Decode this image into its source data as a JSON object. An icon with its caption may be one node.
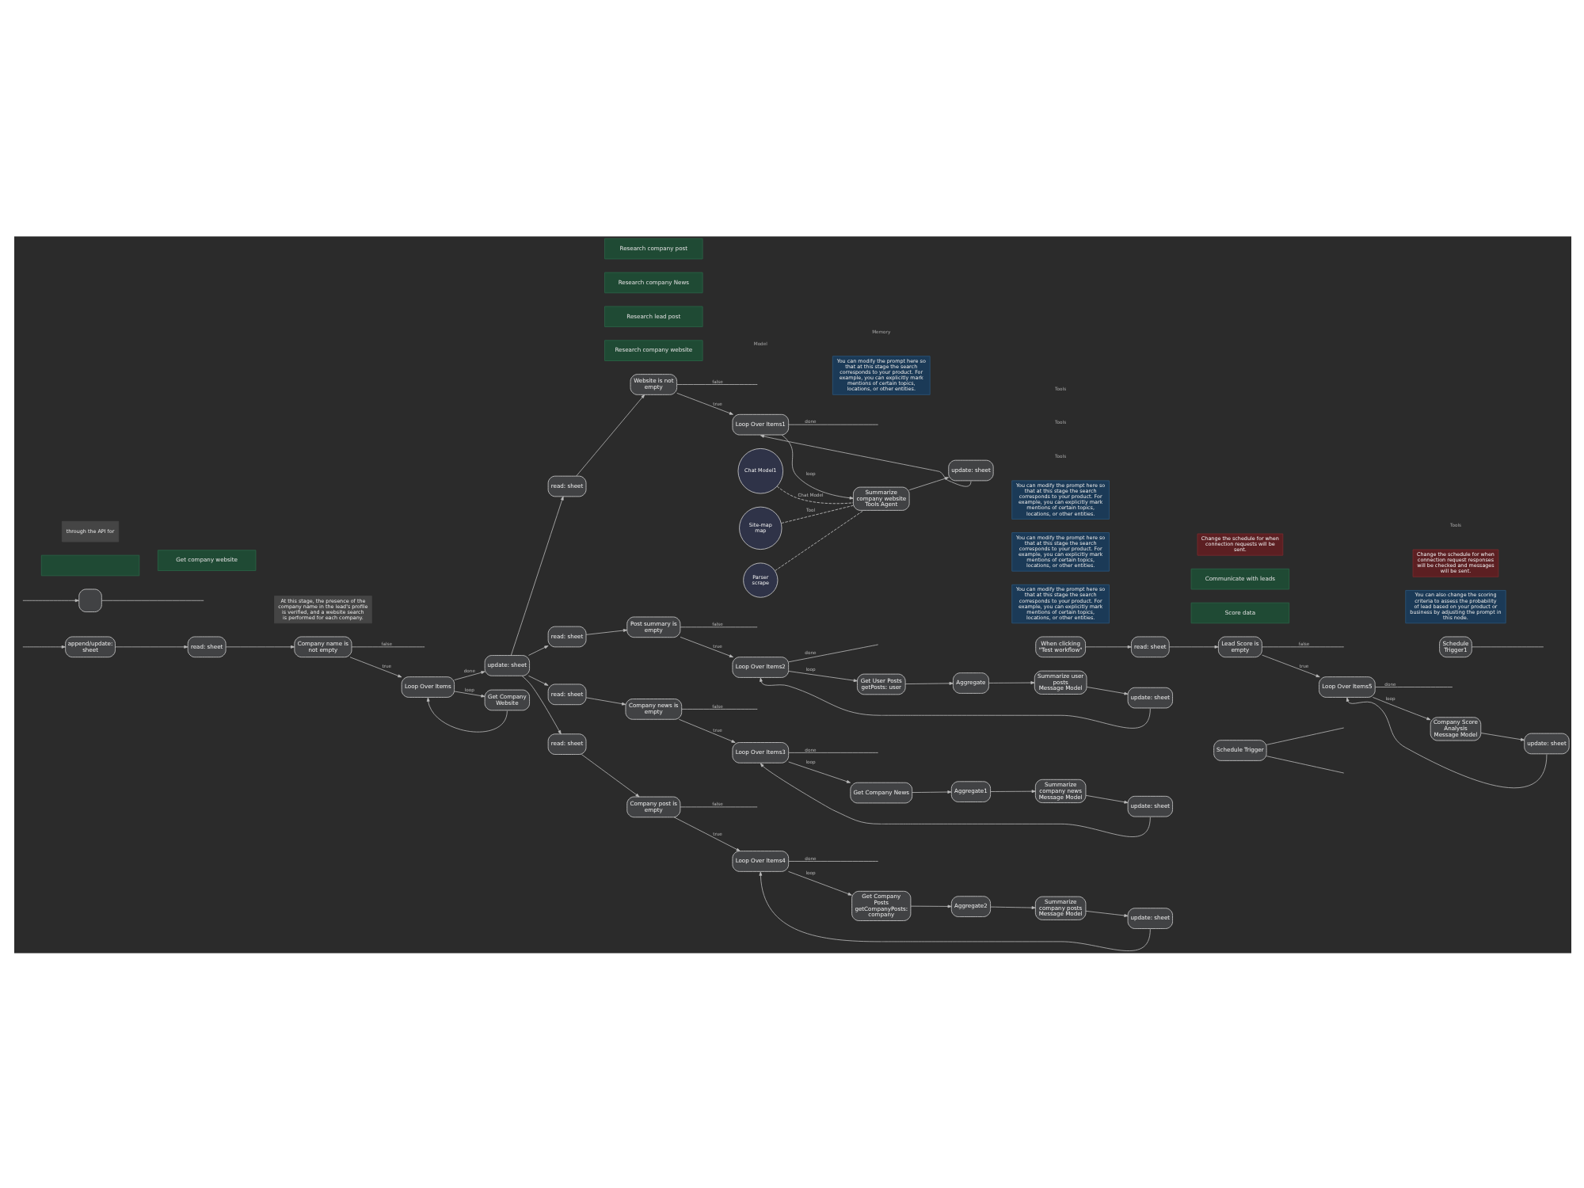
{
  "diagram": {
    "nodes": [
      {
        "text": [
          "Research company website"
        ]
      },
      {
        "text": [
          "Research lead post"
        ]
      },
      {
        "text": [
          "Research company News"
        ]
      },
      {
        "text": [],
        "shape": "box"
      },
      {
        "text": [
          "Get company website"
        ]
      },
      {
        "text": [
          "Research company post"
        ]
      },
      {
        "text": [
          "Score data"
        ]
      },
      {
        "text": [
          "Communicate with leads"
        ]
      },
      {
        "text": [
          "append/update: sheet"
        ]
      },
      {
        "text": [],
        "shape": "box"
      },
      {
        "text": [
          "through the API for"
        ]
      },
      {
        "text": [
          "At this stage, the presence of the company name in the lead's profile is verified, and a website search is performed for each company."
        ]
      },
      {
        "text": [
          "read: sheet"
        ]
      },
      {
        "text": [
          "Company name is not empty"
        ]
      },
      {
        "text": [
          "Loop Over Items"
        ]
      },
      {
        "text": [
          "update: sheet"
        ]
      },
      {
        "text": [
          "Get Company Website"
        ]
      },
      {
        "text": [
          "read: sheet"
        ]
      },
      {
        "text": [
          "Website is not empty"
        ]
      },
      {
        "text": [
          "Loop Over Items1"
        ]
      },
      {
        "text": [
          "You can modify the prompt here so that at this stage the search corresponds to your product. For example, you can explicitly mark mentions of certain topics, locations, or other entities."
        ]
      },
      {
        "text": [
          "Summarize company website",
          "Tools Agent"
        ]
      },
      {
        "text": [
          "update: sheet"
        ]
      },
      {
        "text": [
          "Chat Model1"
        ]
      },
      {
        "text": [
          "Site-map",
          "map"
        ]
      },
      {
        "text": [
          "Parser",
          "scrape"
        ]
      },
      {
        "text": [
          "read: sheet"
        ]
      },
      {
        "text": [
          "Post summary is empty"
        ]
      },
      {
        "text": [
          "Loop Over Items2"
        ]
      },
      {
        "text": [
          "You can modify the prompt here so that at this stage the search corresponds to your product. For example, you can explicitly mark mentions of certain topics, locations, or other entities."
        ]
      },
      {
        "text": [
          "Get User Posts",
          "getPosts: user"
        ]
      },
      {
        "text": [
          "Aggregate"
        ]
      },
      {
        "text": [
          "Summarize user posts",
          "Message Model"
        ]
      },
      {
        "text": [
          "update: sheet"
        ]
      },
      {
        "text": [
          "read: sheet"
        ]
      },
      {
        "text": [
          "Company news is empty"
        ]
      },
      {
        "text": [
          "Loop Over Items3"
        ]
      },
      {
        "text": [
          "You can modify the prompt here so that at this stage the search corresponds to your product. For example, you can explicitly mark mentions of certain topics, locations, or other entities."
        ]
      },
      {
        "text": [
          "Get Company News"
        ]
      },
      {
        "text": [
          "Aggregate1"
        ]
      },
      {
        "text": [
          "Summarize company news",
          "Message Model"
        ]
      },
      {
        "text": [
          "update: sheet"
        ]
      },
      {
        "text": [
          "read: sheet"
        ]
      },
      {
        "text": [
          "Company post is empty"
        ]
      },
      {
        "text": [
          "Loop Over Items4"
        ]
      },
      {
        "text": [
          "You can modify the prompt here so that at this stage the search corresponds to your product. For example, you can explicitly mark mentions of certain topics, locations, or other entities."
        ]
      },
      {
        "text": [
          "Get Company Posts",
          "getCompanyPosts: company"
        ]
      },
      {
        "text": [
          "Aggregate2"
        ]
      },
      {
        "text": [
          "Summarize company posts",
          "Message Model"
        ]
      },
      {
        "text": [
          "update: sheet"
        ]
      },
      {
        "text": [
          "Change the schedule for when connection requests will be sent."
        ]
      },
      {
        "text": [
          "Schedule Trigger"
        ]
      },
      {
        "text": [
          "When clicking \"Test workflow\""
        ]
      },
      {
        "text": [
          "read: sheet"
        ]
      },
      {
        "text": [
          "Lead Score is empty"
        ]
      },
      {
        "text": [
          "Loop Over Items5"
        ]
      },
      {
        "text": [
          "You can also change the scoring criteria to assess the probability of lead based on your product or business by adjusting the prompt in this node."
        ]
      },
      {
        "text": [
          "Company Score Analysis",
          "Message Model"
        ]
      },
      {
        "text": [
          "update: sheet"
        ]
      },
      {
        "text": [
          "Change the schedule for when connection request responses will be checked and messages will be sent."
        ]
      },
      {
        "text": [
          "Schedule Trigger1"
        ]
      }
    ],
    "edges": [
      {
        "from": null,
        "to": 8,
        "arrow": "to"
      },
      {
        "from": 9,
        "to": null,
        "arrow": "none"
      },
      {
        "from": null,
        "to": 9,
        "arrow": "to"
      },
      {
        "from": 8,
        "to": 12,
        "arrow": "to"
      },
      {
        "from": 12,
        "to": 13,
        "arrow": "to"
      },
      {
        "from": 13,
        "to": 14,
        "arrow": "to",
        "label": "true"
      },
      {
        "from": 13,
        "to": null,
        "arrow": "none",
        "label": "false"
      },
      {
        "from": 14,
        "to": 15,
        "arrow": "to",
        "label": "done"
      },
      {
        "from": 14,
        "to": 16,
        "arrow": "to",
        "label": "loop"
      },
      {
        "from": 16,
        "to": 14,
        "arrow": "to"
      },
      {
        "from": 15,
        "to": 17,
        "arrow": "to"
      },
      {
        "from": 15,
        "to": 26,
        "arrow": "to"
      },
      {
        "from": 15,
        "to": 34,
        "arrow": "to"
      },
      {
        "from": 15,
        "to": 42,
        "arrow": "to"
      },
      {
        "from": 17,
        "to": 18,
        "arrow": "to"
      },
      {
        "from": 18,
        "to": 19,
        "arrow": "to",
        "label": "true"
      },
      {
        "from": 18,
        "to": null,
        "arrow": "none",
        "label": "false"
      },
      {
        "from": 19,
        "to": null,
        "arrow": "none",
        "label": "done"
      },
      {
        "from": 19,
        "to": 21,
        "arrow": "to",
        "label": "loop"
      },
      {
        "from": 21,
        "to": 22,
        "arrow": "to"
      },
      {
        "from": 22,
        "to": 19,
        "arrow": "to"
      },
      {
        "from": 23,
        "to": 21,
        "arrow": "none",
        "style": "dashed",
        "label": "Chat Model"
      },
      {
        "from": 24,
        "to": 21,
        "arrow": "none",
        "style": "dashed",
        "label": "Tool"
      },
      {
        "from": 25,
        "to": 21,
        "arrow": "none",
        "style": "dashed"
      },
      {
        "from": 26,
        "to": 27,
        "arrow": "to"
      },
      {
        "from": 27,
        "to": 28,
        "arrow": "to",
        "label": "true"
      },
      {
        "from": 27,
        "to": null,
        "arrow": "none",
        "label": "false"
      },
      {
        "from": 28,
        "to": null,
        "arrow": "none",
        "label": "done"
      },
      {
        "from": 28,
        "to": 30,
        "arrow": "to",
        "label": "loop"
      },
      {
        "from": 30,
        "to": 31,
        "arrow": "to"
      },
      {
        "from": 31,
        "to": 32,
        "arrow": "to"
      },
      {
        "from": 32,
        "to": 33,
        "arrow": "to"
      },
      {
        "from": 33,
        "to": 28,
        "arrow": "to"
      },
      {
        "from": 34,
        "to": 35,
        "arrow": "to"
      },
      {
        "from": 35,
        "to": 36,
        "arrow": "to",
        "label": "true"
      },
      {
        "from": 35,
        "to": null,
        "arrow": "none",
        "label": "false"
      },
      {
        "from": 36,
        "to": null,
        "arrow": "none",
        "label": "done"
      },
      {
        "from": 36,
        "to": 38,
        "arrow": "to",
        "label": "loop"
      },
      {
        "from": 38,
        "to": 39,
        "arrow": "to"
      },
      {
        "from": 39,
        "to": 40,
        "arrow": "to"
      },
      {
        "from": 40,
        "to": 41,
        "arrow": "to"
      },
      {
        "from": 41,
        "to": 36,
        "arrow": "to"
      },
      {
        "from": 42,
        "to": 43,
        "arrow": "to"
      },
      {
        "from": 43,
        "to": 44,
        "arrow": "to",
        "label": "true"
      },
      {
        "from": 43,
        "to": null,
        "arrow": "none",
        "label": "false"
      },
      {
        "from": 44,
        "to": null,
        "arrow": "none",
        "label": "done"
      },
      {
        "from": 44,
        "to": 46,
        "arrow": "to",
        "label": "loop"
      },
      {
        "from": 46,
        "to": 47,
        "arrow": "to"
      },
      {
        "from": 47,
        "to": 48,
        "arrow": "to"
      },
      {
        "from": 48,
        "to": 49,
        "arrow": "to"
      },
      {
        "from": 49,
        "to": 44,
        "arrow": "to"
      },
      {
        "from": 51,
        "to": null,
        "arrow": "none"
      },
      {
        "from": 51,
        "to": null,
        "arrow": "none"
      },
      {
        "from": 52,
        "to": 53,
        "arrow": "to"
      },
      {
        "from": 53,
        "to": 54,
        "arrow": "to"
      },
      {
        "from": 54,
        "to": 55,
        "arrow": "to",
        "label": "true"
      },
      {
        "from": 54,
        "to": null,
        "arrow": "none",
        "label": "false"
      },
      {
        "from": 55,
        "to": null,
        "arrow": "none",
        "label": "done"
      },
      {
        "from": 55,
        "to": 57,
        "arrow": "to",
        "label": "loop"
      },
      {
        "from": 57,
        "to": 58,
        "arrow": "to"
      },
      {
        "from": 58,
        "to": 55,
        "arrow": "to"
      },
      {
        "from": 60,
        "to": null,
        "arrow": "none"
      }
    ],
    "labels": [
      "Memory",
      "Model",
      "Tools",
      "Tools",
      "Tools",
      "Tools"
    ]
  }
}
